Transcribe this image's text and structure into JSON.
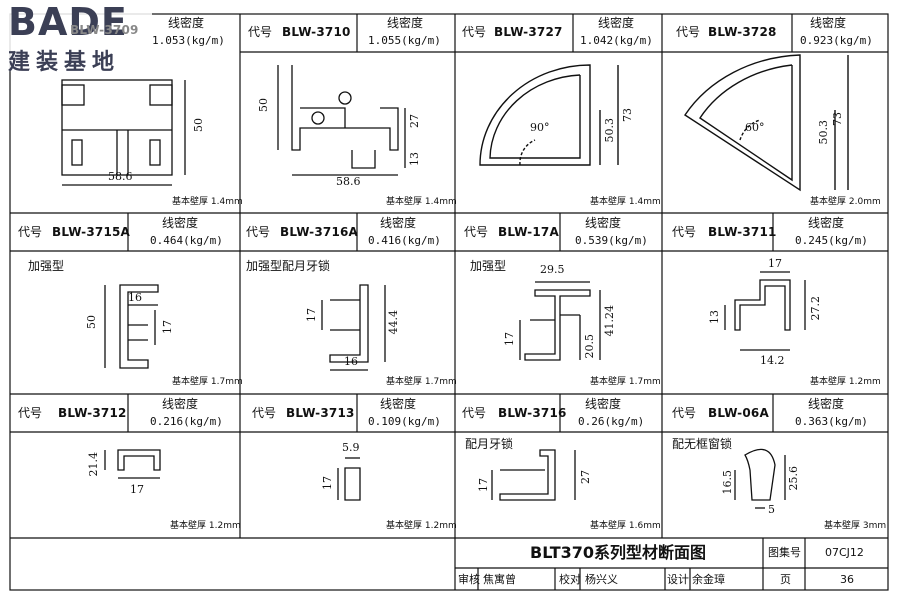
{
  "logo": {
    "en": "BADE",
    "zh": "建装基地"
  },
  "labels": {
    "code": "代号",
    "density": "线密度",
    "wall_prefix": "基本壁厚"
  },
  "row1": [
    {
      "code": "BLW-3709",
      "density": "1.053(kg/m)",
      "wall": "1.4mm",
      "dims": [
        "58.6",
        "50"
      ]
    },
    {
      "code": "BLW-3710",
      "density": "1.055(kg/m)",
      "wall": "1.4mm",
      "dims": [
        "50",
        "27",
        "13",
        "58.6"
      ]
    },
    {
      "code": "BLW-3727",
      "density": "1.042(kg/m)",
      "wall": "1.4mm",
      "dims": [
        "90°",
        "50.3",
        "73"
      ]
    },
    {
      "code": "BLW-3728",
      "density": "0.923(kg/m)",
      "wall": "2.0mm",
      "dims": [
        "60°",
        "50.3",
        "73"
      ]
    }
  ],
  "row2": [
    {
      "code": "BLW-3715A",
      "density": "0.464(kg/m)",
      "type": "加强型",
      "wall": "1.7mm",
      "dims": [
        "50",
        "16",
        "17"
      ]
    },
    {
      "code": "BLW-3716A",
      "density": "0.416(kg/m)",
      "type": "加强型配月牙锁",
      "wall": "1.7mm",
      "dims": [
        "17",
        "44.4",
        "16"
      ]
    },
    {
      "code": "BLW-17A",
      "density": "0.539(kg/m)",
      "type": "加强型",
      "wall": "1.7mm",
      "dims": [
        "29.5",
        "17",
        "20.5",
        "41.24"
      ]
    },
    {
      "code": "BLW-3711",
      "density": "0.245(kg/m)",
      "wall": "1.2mm",
      "dims": [
        "17",
        "13",
        "27.2",
        "14.2"
      ]
    }
  ],
  "row3": [
    {
      "code": "BLW-3712",
      "density": "0.216(kg/m)",
      "wall": "1.2mm",
      "dims": [
        "21.4",
        "17"
      ]
    },
    {
      "code": "BLW-3713",
      "density": "0.109(kg/m)",
      "wall": "1.2mm",
      "dims": [
        "5.9",
        "17"
      ]
    },
    {
      "code": "BLW-3716",
      "density": "0.26(kg/m)",
      "type": "配月牙锁",
      "wall": "1.6mm",
      "dims": [
        "17",
        "27"
      ]
    },
    {
      "code": "BLW-06A",
      "density": "0.363(kg/m)",
      "type": "配无框窗锁",
      "wall": "3mm",
      "dims": [
        "16.5",
        "25.6",
        "5"
      ]
    }
  ],
  "titleblock": {
    "title": "BLT370系列型材断面图",
    "atlas_label": "图集号",
    "atlas_no": "07CJ12",
    "review_label": "审核",
    "review_name": "焦寓曾",
    "check_label": "校对",
    "check_name": "杨兴义",
    "design_label": "设计",
    "design_name": "余金璋",
    "page_label": "页",
    "page_no": "36"
  }
}
